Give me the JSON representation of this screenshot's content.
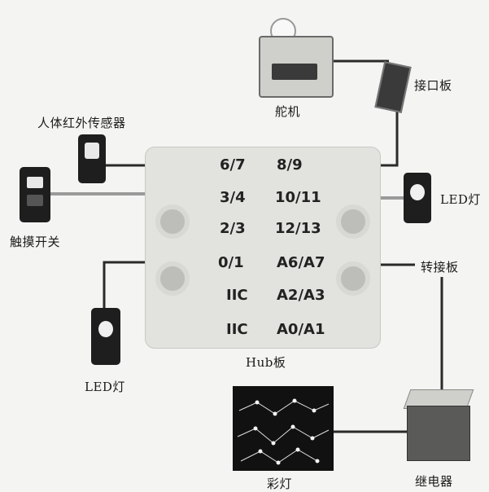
{
  "labels": {
    "servo": "舵机",
    "interface_board": "接口板",
    "pir_sensor": "人体红外传感器",
    "touch_switch": "触摸开关",
    "led_right": "LED灯",
    "led_left": "LED灯",
    "adapter_board": "转接板",
    "hub_board": "Hub板",
    "color_lights": "彩灯",
    "relay": "继电器"
  },
  "hub_ports": {
    "left": [
      "6/7",
      "3/4",
      "2/3",
      "0/1",
      "IIC",
      "IIC"
    ],
    "right": [
      "8/9",
      "10/11",
      "12/13",
      "A6/A7",
      "A2/A3",
      "A0/A1"
    ]
  },
  "colors": {
    "wire": "#2a2a2a",
    "hub": "#e2e2de",
    "module": "#1e1e1e"
  }
}
